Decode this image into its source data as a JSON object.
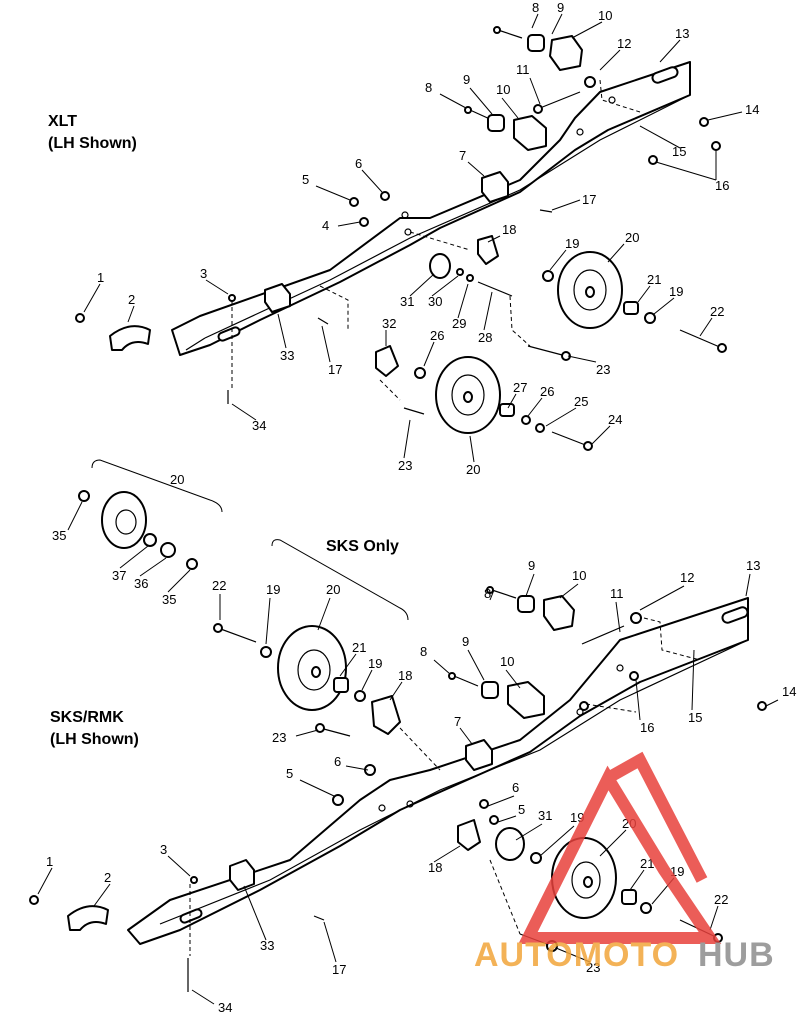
{
  "sections": {
    "xlt": {
      "title": "XLT",
      "subtitle": "(LH Shown)"
    },
    "sks_only": {
      "title": "SKS Only"
    },
    "sks_rmk": {
      "title": "SKS/RMK",
      "subtitle": "(LH Shown)"
    }
  },
  "callouts_top": [
    "8",
    "9",
    "10",
    "13",
    "12",
    "11",
    "8",
    "9",
    "10",
    "14",
    "15",
    "16",
    "7",
    "6",
    "5",
    "17",
    "4",
    "18",
    "19",
    "20",
    "3",
    "1",
    "2",
    "31",
    "30",
    "29",
    "28",
    "21",
    "19",
    "22",
    "33",
    "17",
    "32",
    "26",
    "23",
    "34",
    "27",
    "26",
    "25",
    "24",
    "23",
    "20"
  ],
  "callouts_bottom": [
    "20",
    "35",
    "37",
    "36",
    "35",
    "22",
    "19",
    "20",
    "21",
    "19",
    "18",
    "8",
    "9",
    "10",
    "11",
    "12",
    "13",
    "8",
    "9",
    "10",
    "15",
    "14",
    "16",
    "7",
    "6",
    "6",
    "5",
    "5",
    "31",
    "19",
    "20",
    "21",
    "19",
    "22",
    "3",
    "1",
    "2",
    "33",
    "18",
    "23",
    "17",
    "34",
    "23"
  ],
  "watermark": {
    "brand_a": "AUTOMOTO",
    "brand_b": "HUB",
    "color_red": "#e8413c",
    "color_orange": "#f2a53a",
    "color_gray": "#8c8c8c"
  }
}
